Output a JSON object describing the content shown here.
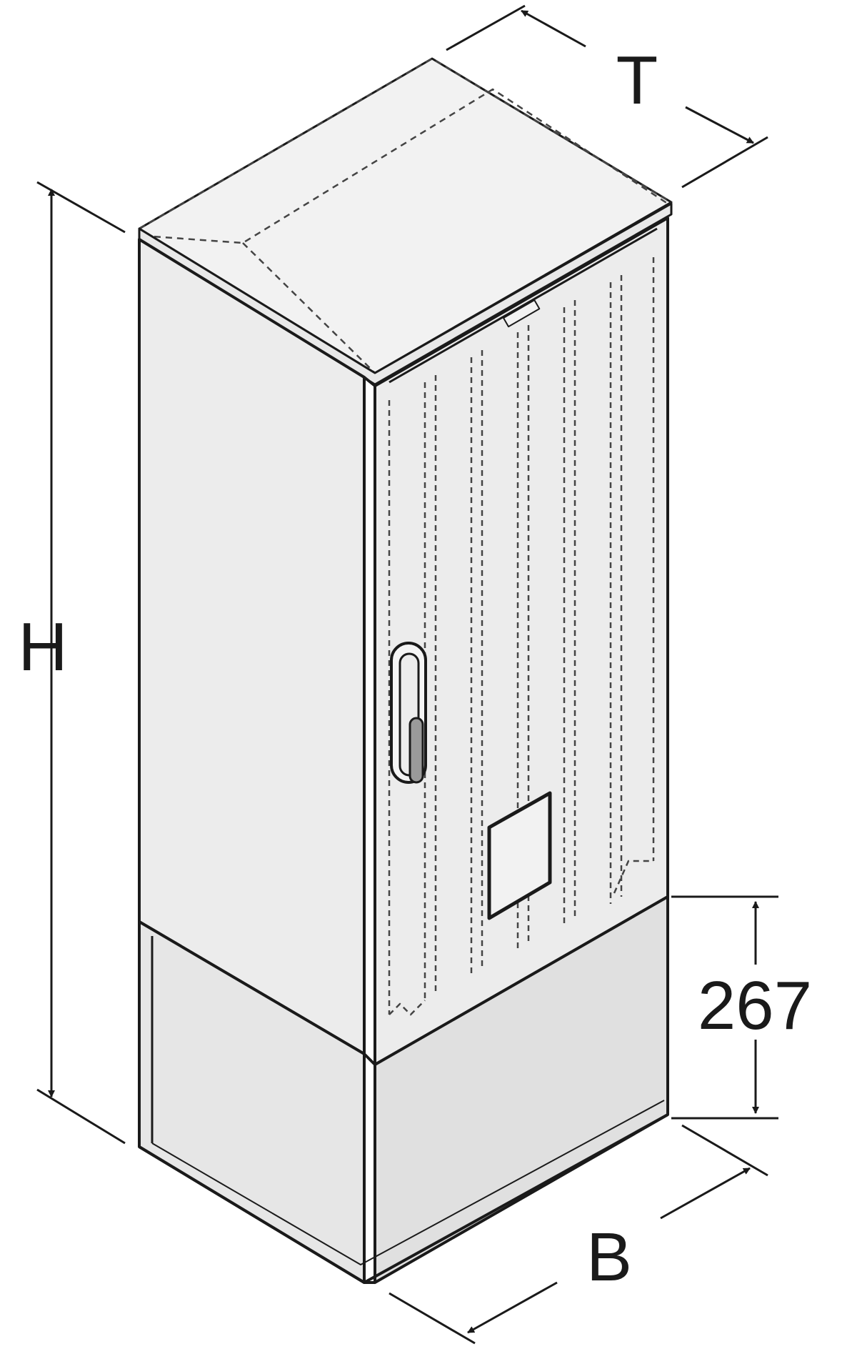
{
  "dimensions": {
    "height_label": "H",
    "depth_label": "T",
    "width_label": "B",
    "plinth_height_label": "267"
  },
  "colors": {
    "outline": "#1a1a1a",
    "body_fill": "#ececec",
    "top_fill": "#f2f2f2",
    "plinth_fill": "#e0e0e0",
    "plinth_side_fill": "#e6e6e6",
    "dashed": "#444444",
    "dimension": "#1a1a1a"
  }
}
